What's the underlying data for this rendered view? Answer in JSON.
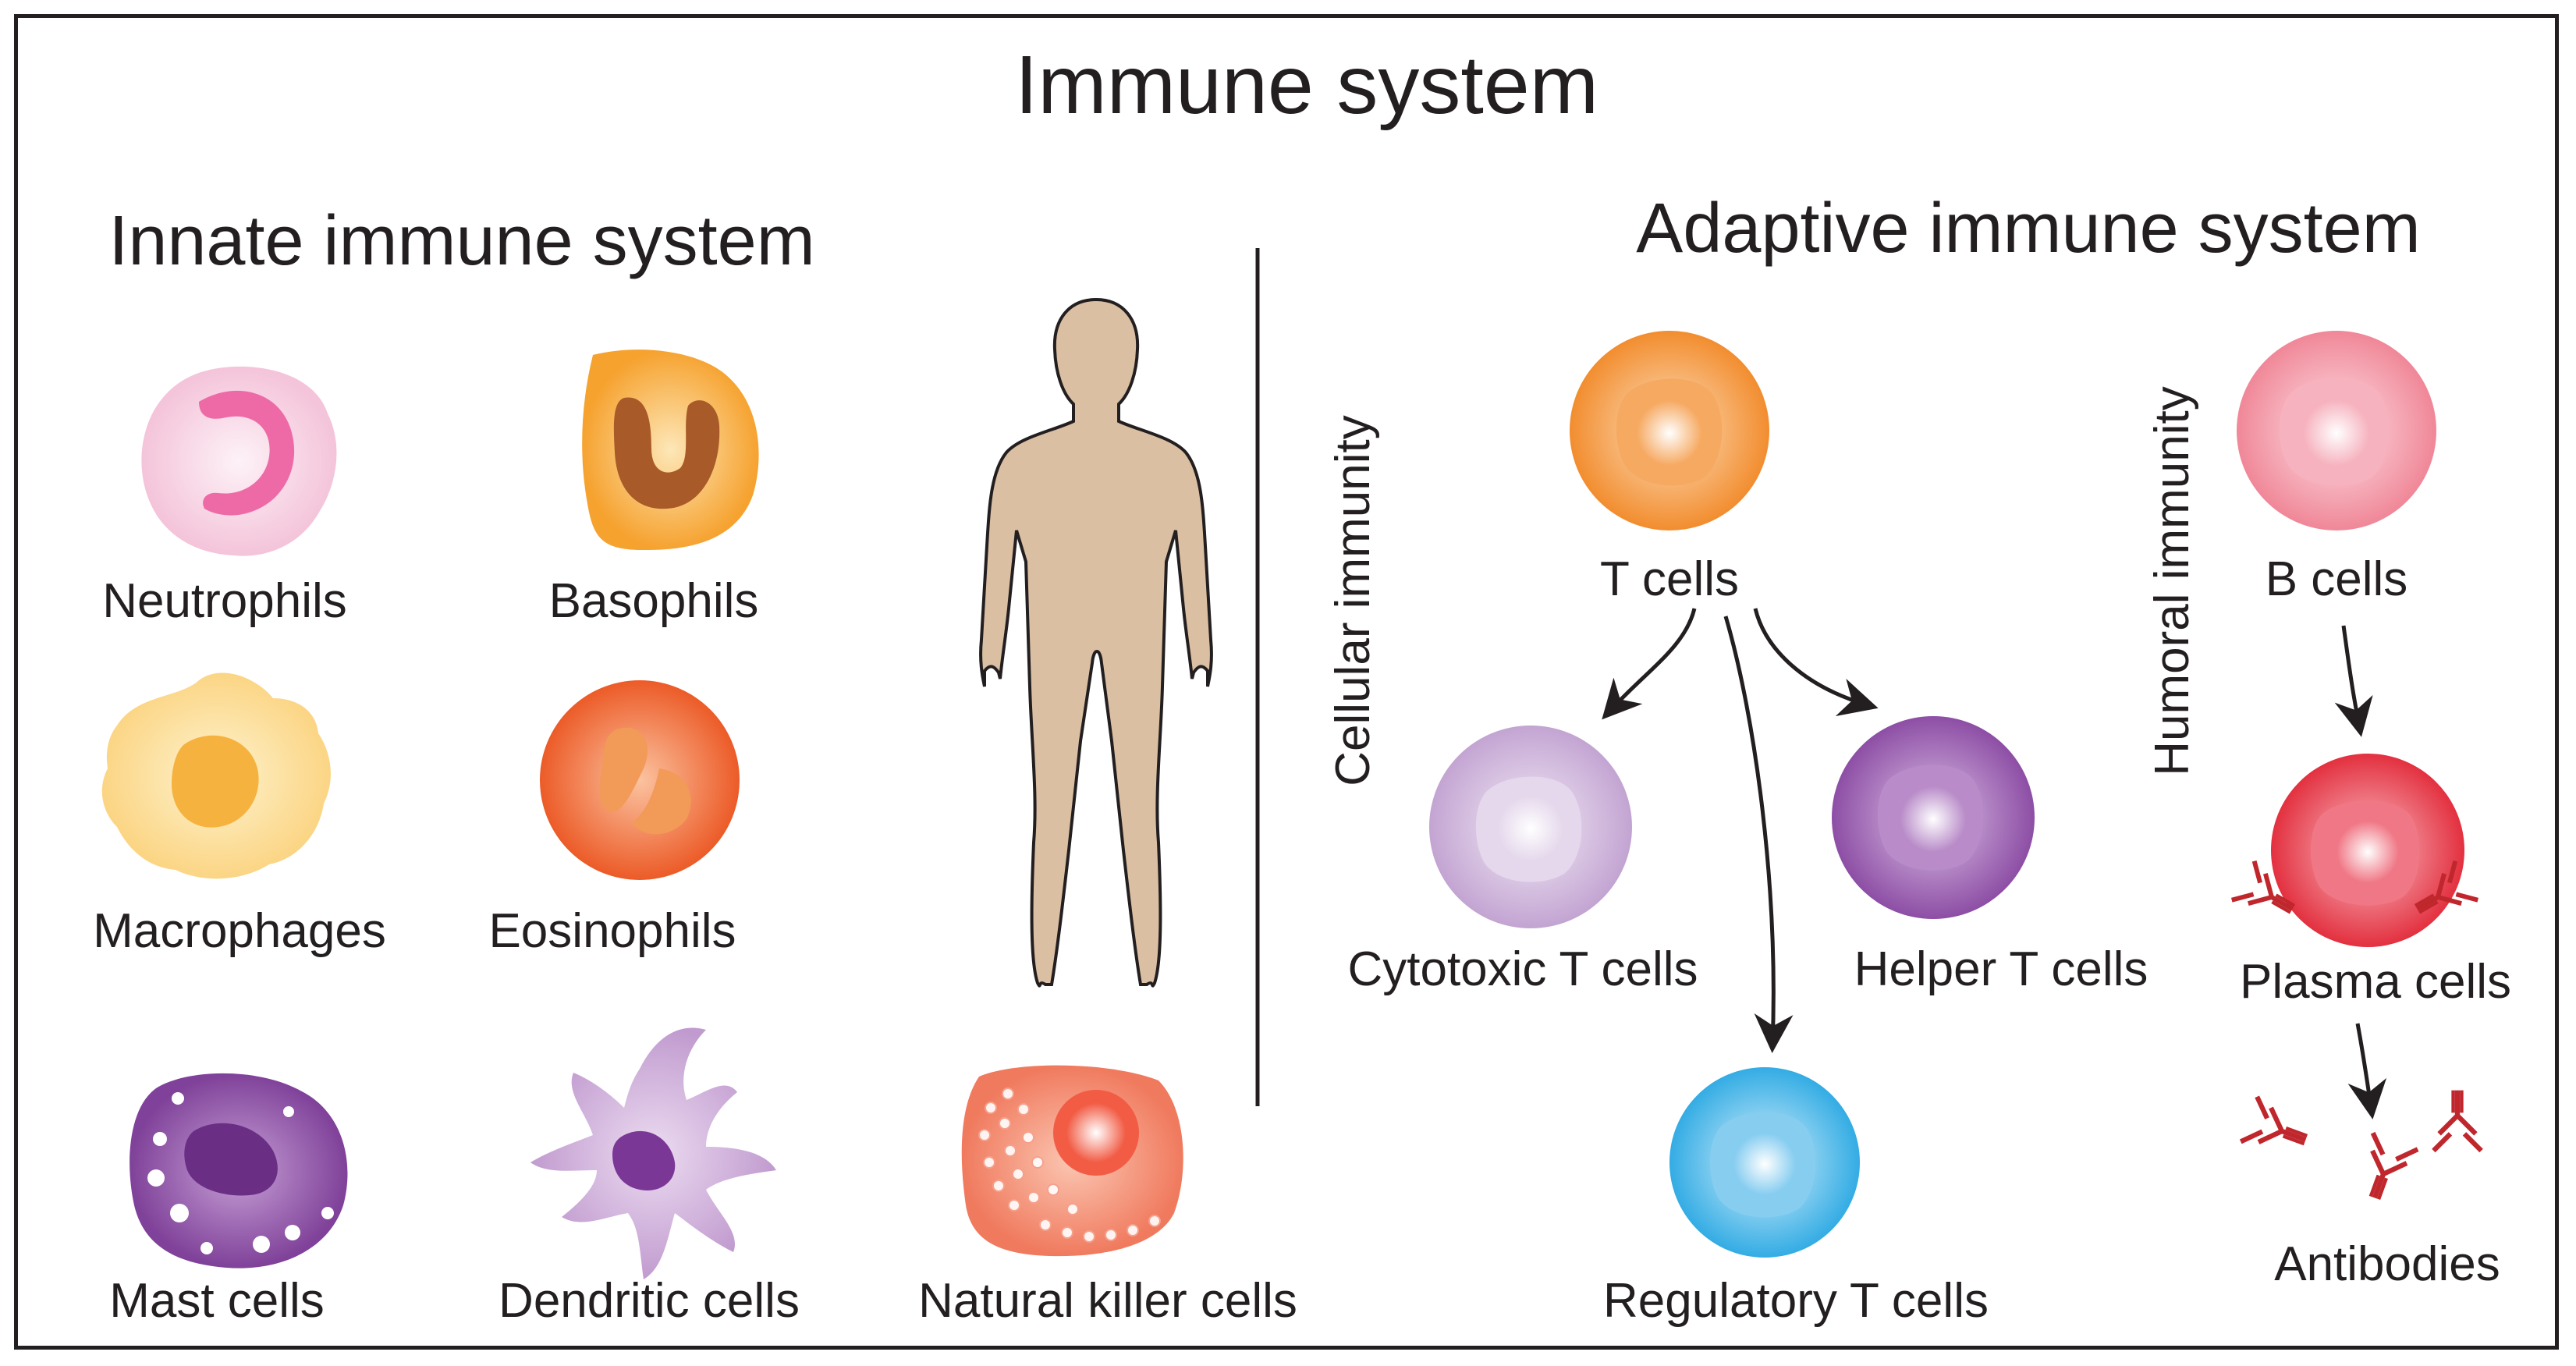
{
  "title": "Immune system",
  "innate": {
    "heading": "Innate immune system",
    "cells": {
      "neutrophils": "Neutrophils",
      "basophils": "Basophils",
      "macrophages": "Macrophages",
      "eosinophils": "Eosinophils",
      "mast_cells": "Mast cells",
      "dendritic_cells": "Dendritic cells",
      "natural_killer_cells": "Natural killer cells"
    }
  },
  "adaptive": {
    "heading": "Adaptive immune system",
    "cellular_immunity": "Cellular immunity",
    "humoral_immunity": "Humoral immunity",
    "cells": {
      "t_cells": "T cells",
      "cytotoxic_t_cells": "Cytotoxic T cells",
      "helper_t_cells": "Helper T cells",
      "regulatory_t_cells": "Regulatory T cells",
      "b_cells": "B cells",
      "plasma_cells": "Plasma cells",
      "antibodies": "Antibodies"
    }
  },
  "colors": {
    "neutrophil": "#f6c9dd",
    "basophil": "#f7a535",
    "macrophage": "#fbd98a",
    "eosinophil": "#ee6a2e",
    "mast_cell": "#8a4fa5",
    "dendritic_cell": "#c8a4d3",
    "nk_cell": "#f2856c",
    "t_cell": "#f39a3f",
    "cytotoxic_t_cell": "#c9acd6",
    "helper_t_cell": "#9a5eb0",
    "regulatory_t_cell": "#3fb2e6",
    "b_cell": "#f28ea0",
    "plasma_cell": "#e73a4b",
    "antibody": "#c0272d",
    "body": "#dbbfa3"
  }
}
